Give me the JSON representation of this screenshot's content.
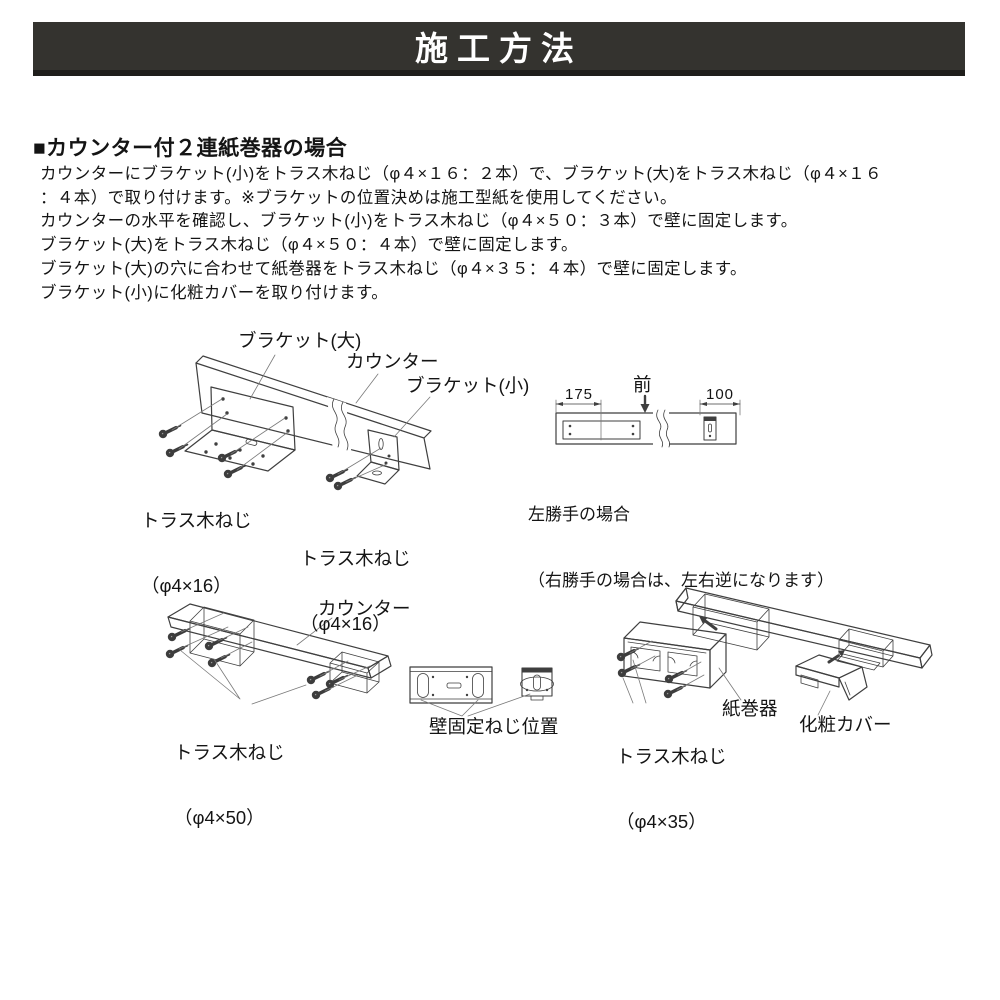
{
  "header": {
    "title": "施工方法"
  },
  "section": {
    "heading": "■カウンター付２連紙巻器の場合",
    "body_lines": [
      "カウンターにブラケット(小)をトラス木ねじ（φ４×１６：２本）で、ブラケット(大)をトラス木ねじ（φ４×１６",
      "：４本）で取り付けます。※ブラケットの位置決めは施工型紙を使用してください。",
      "カウンターの水平を確認し、ブラケット(小)をトラス木ねじ（φ４×５０：３本）で壁に固定します。",
      "ブラケット(大)をトラス木ねじ（φ４×５０：４本）で壁に固定します。",
      "ブラケット(大)の穴に合わせて紙巻器をトラス木ねじ（φ４×３５：４本）で壁に固定します。",
      "ブラケット(小)に化粧カバーを取り付けます。"
    ]
  },
  "diagram1": {
    "bracket_large": "ブラケット(大)",
    "counter": "カウンター",
    "bracket_small": "ブラケット(小)",
    "screw_left_line1": "トラス木ねじ",
    "screw_left_line2": "（φ4×16）",
    "screw_right_line1": "トラス木ねじ",
    "screw_right_line2": "（φ4×16）"
  },
  "diagram2": {
    "dim_left": "175",
    "front": "前",
    "dim_right": "100",
    "caption_line1": "左勝手の場合",
    "caption_line2": "（右勝手の場合は、左右逆になります）"
  },
  "diagram3": {
    "counter": "カウンター",
    "screw_line1": "トラス木ねじ",
    "screw_line2": "（φ4×50）"
  },
  "diagram4": {
    "label": "壁固定ねじ位置"
  },
  "diagram5": {
    "screw_line1": "トラス木ねじ",
    "screw_line2": "（φ4×35）",
    "holder": "紙巻器",
    "cover": "化粧カバー"
  },
  "colors": {
    "header_bg": "#34332f",
    "header_border": "#1f1e1b",
    "header_text": "#ffffff",
    "body_text": "#141414",
    "line_art": "#3f3f3f"
  }
}
